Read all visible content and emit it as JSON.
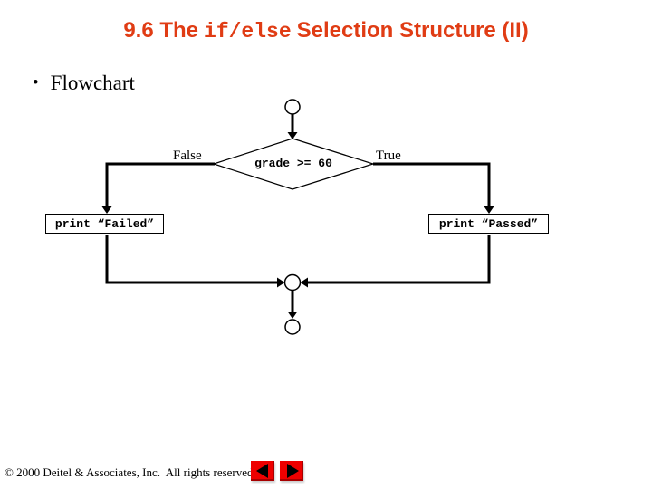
{
  "slide": {
    "title": {
      "prefix": "9.6 The",
      "code": "if/else",
      "suffix": "Selection Structure (II)"
    },
    "bullet_marker": "•",
    "bullet_text": "Flowchart"
  },
  "flowchart": {
    "decision_text": "grade >= 60",
    "false_label": "False",
    "true_label": "True",
    "false_box": "print “Failed”",
    "true_box": "print “Passed”"
  },
  "footer": {
    "copyright": "© 2000 Deitel & Associates, Inc.  All rights reserved."
  },
  "icons": {
    "previous": "back-arrow-icon",
    "next": "forward-arrow-icon"
  },
  "colors": {
    "title_text": "#E03C14",
    "nav_button_red": "#EE0000",
    "flow_lines": "#000000",
    "background": "#FFFFFF"
  }
}
